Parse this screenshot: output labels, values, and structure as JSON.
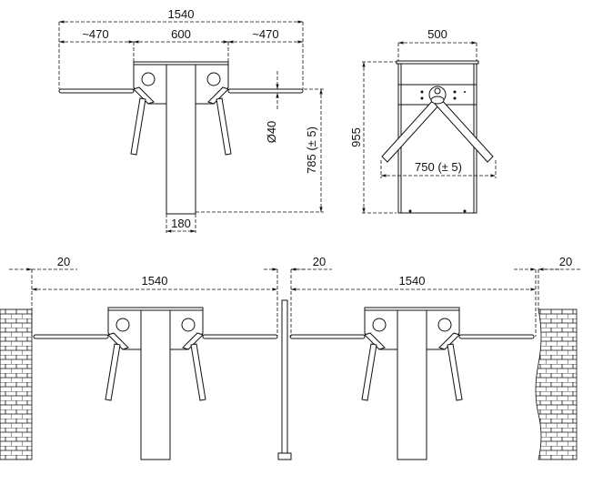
{
  "front_view": {
    "overall_width": "1540",
    "arm_left": "~470",
    "center_width": "600",
    "arm_right": "~470",
    "arm_diameter": "Ø40",
    "arm_height": "785 (± 5)",
    "post_width": "180"
  },
  "side_view": {
    "width": "500",
    "height": "955",
    "arm_span": "750 (± 5)"
  },
  "layout_view": {
    "wall_gap_left": "20",
    "passage_left": "1540",
    "pole_gap": "20",
    "passage_right": "1540",
    "wall_gap_right": "20"
  }
}
